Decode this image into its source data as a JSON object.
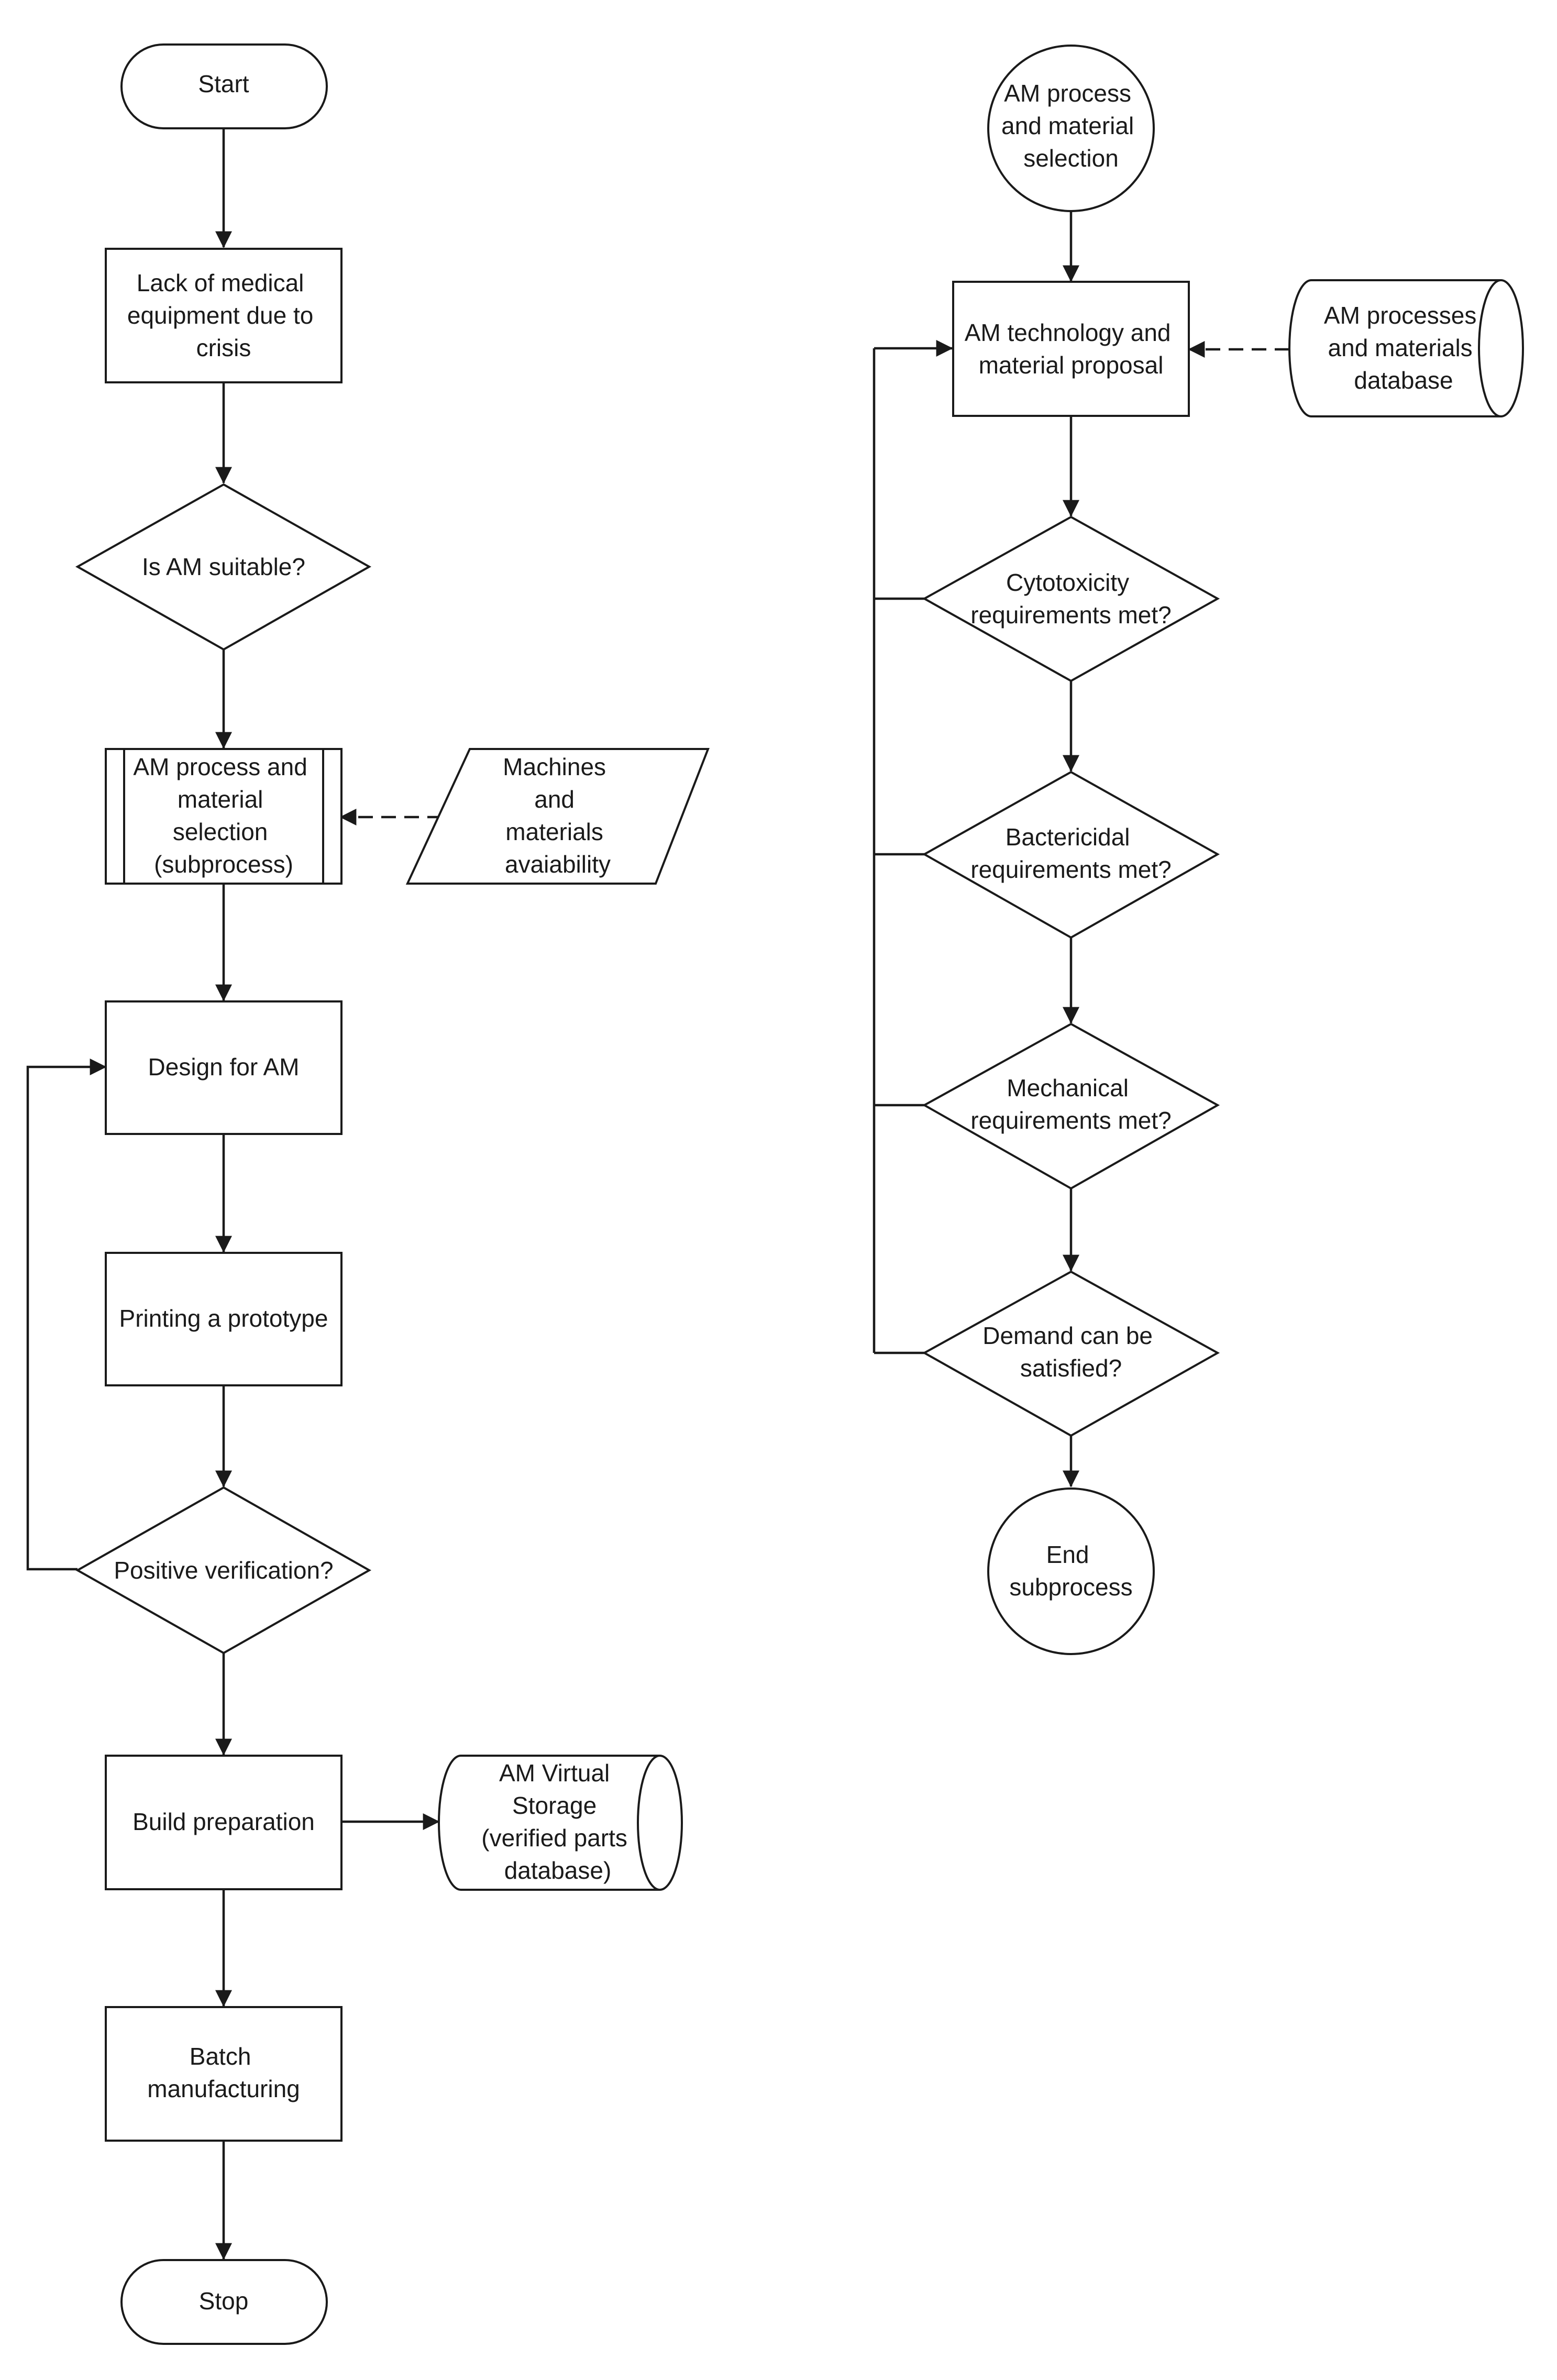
{
  "diagram": {
    "type": "flowchart",
    "main_flow": {
      "start": "Start",
      "lack_of_equipment": [
        "Lack of medical",
        "equipment due to",
        "crisis"
      ],
      "is_am_suitable": "Is AM suitable?",
      "am_process_subprocess": [
        "AM process and",
        "material",
        "selection",
        "(subprocess)"
      ],
      "machines_availability": [
        "Machines",
        "and",
        "materials",
        "avaiability"
      ],
      "design_for_am": "Design for AM",
      "printing_prototype": "Printing a prototype",
      "positive_verification": "Positive verification?",
      "build_preparation": "Build preparation",
      "am_virtual_storage": [
        "AM Virtual",
        "Storage",
        "(verified parts",
        "database)"
      ],
      "batch_manufacturing": [
        "Batch",
        "manufacturing"
      ],
      "stop": "Stop"
    },
    "subprocess_flow": {
      "entry": [
        "AM process",
        "and material",
        "selection"
      ],
      "technology_proposal": [
        "AM technology and",
        "material proposal"
      ],
      "processes_database": [
        "AM processes",
        "and materials",
        "database"
      ],
      "cytotoxicity": [
        "Cytotoxicity",
        "requirements met?"
      ],
      "bactericidal": [
        "Bactericidal",
        "requirements met?"
      ],
      "mechanical": [
        "Mechanical",
        "requirements met?"
      ],
      "demand": [
        "Demand can be",
        "satisfied?"
      ],
      "end": [
        "End",
        "subprocess"
      ]
    }
  }
}
